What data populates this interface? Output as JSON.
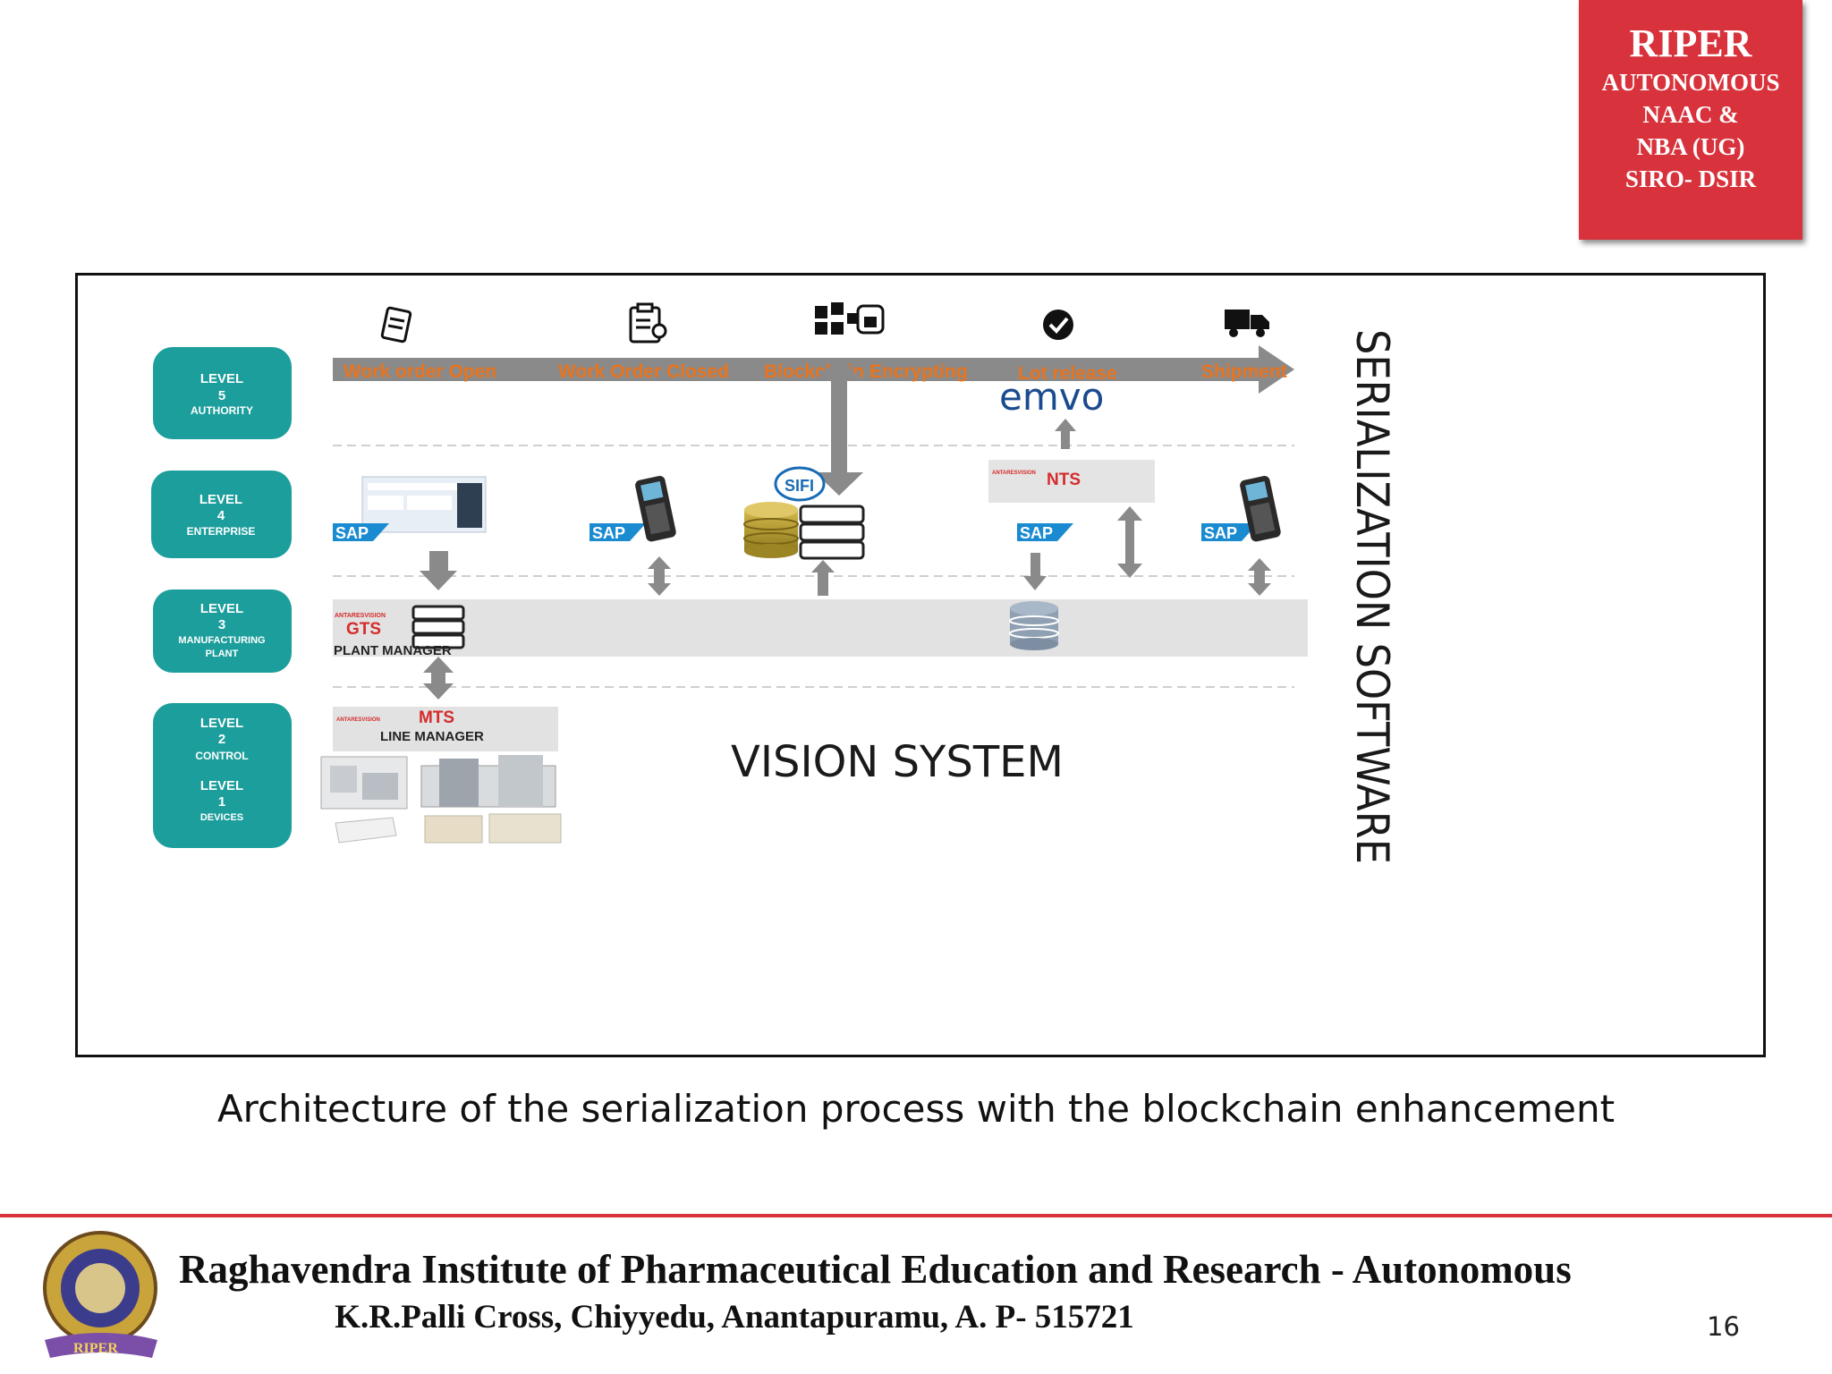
{
  "badge": {
    "title": "RIPER",
    "lines": [
      "AUTONOMOUS",
      "NAAC &",
      "NBA (UG)",
      "SIRO- DSIR"
    ]
  },
  "diagram": {
    "stages": [
      "Work order Open",
      "Work Order Closed",
      "Blockchain Encrypting",
      "Lot release",
      "Shipment"
    ],
    "levels": [
      {
        "word": "LEVEL",
        "num": "5",
        "name": "AUTHORITY"
      },
      {
        "word": "LEVEL",
        "num": "4",
        "name": "ENTERPRISE"
      },
      {
        "word": "LEVEL",
        "num": "3",
        "name": "MANUFACTURING",
        "name2": "PLANT"
      },
      {
        "word": "LEVEL",
        "num": "2",
        "name": "CONTROL"
      },
      {
        "word": "LEVEL",
        "num": "1",
        "name": "DEVICES"
      }
    ],
    "emvo": "emvo",
    "sifi": "SIFI",
    "nts": "NTS",
    "gts": "GTS",
    "plant_manager": "PLANT MANAGER",
    "mts": "MTS",
    "line_manager": "LINE MANAGER",
    "vendor": "ANTARESVISION",
    "sap": "SAP",
    "vision_system": "VISION SYSTEM",
    "serialization_software": "SERIALIZATION SOFTWARE",
    "colors": {
      "teal": "#1c9e9c",
      "stage_text": "#e8741e",
      "arrow_gray": "#8a8a8a",
      "red": "#d52b2b",
      "sap_blue": "#1a8bd1"
    }
  },
  "caption": "Architecture of the serialization process with the blockchain enhancement",
  "footer": {
    "institute": "Raghavendra Institute of Pharmaceutical Education and Research - Autonomous",
    "address": "K.R.Palli Cross, Chiyyedu, Anantapuramu, A. P- 515721",
    "page": "16",
    "logo_text": "RIPER"
  }
}
